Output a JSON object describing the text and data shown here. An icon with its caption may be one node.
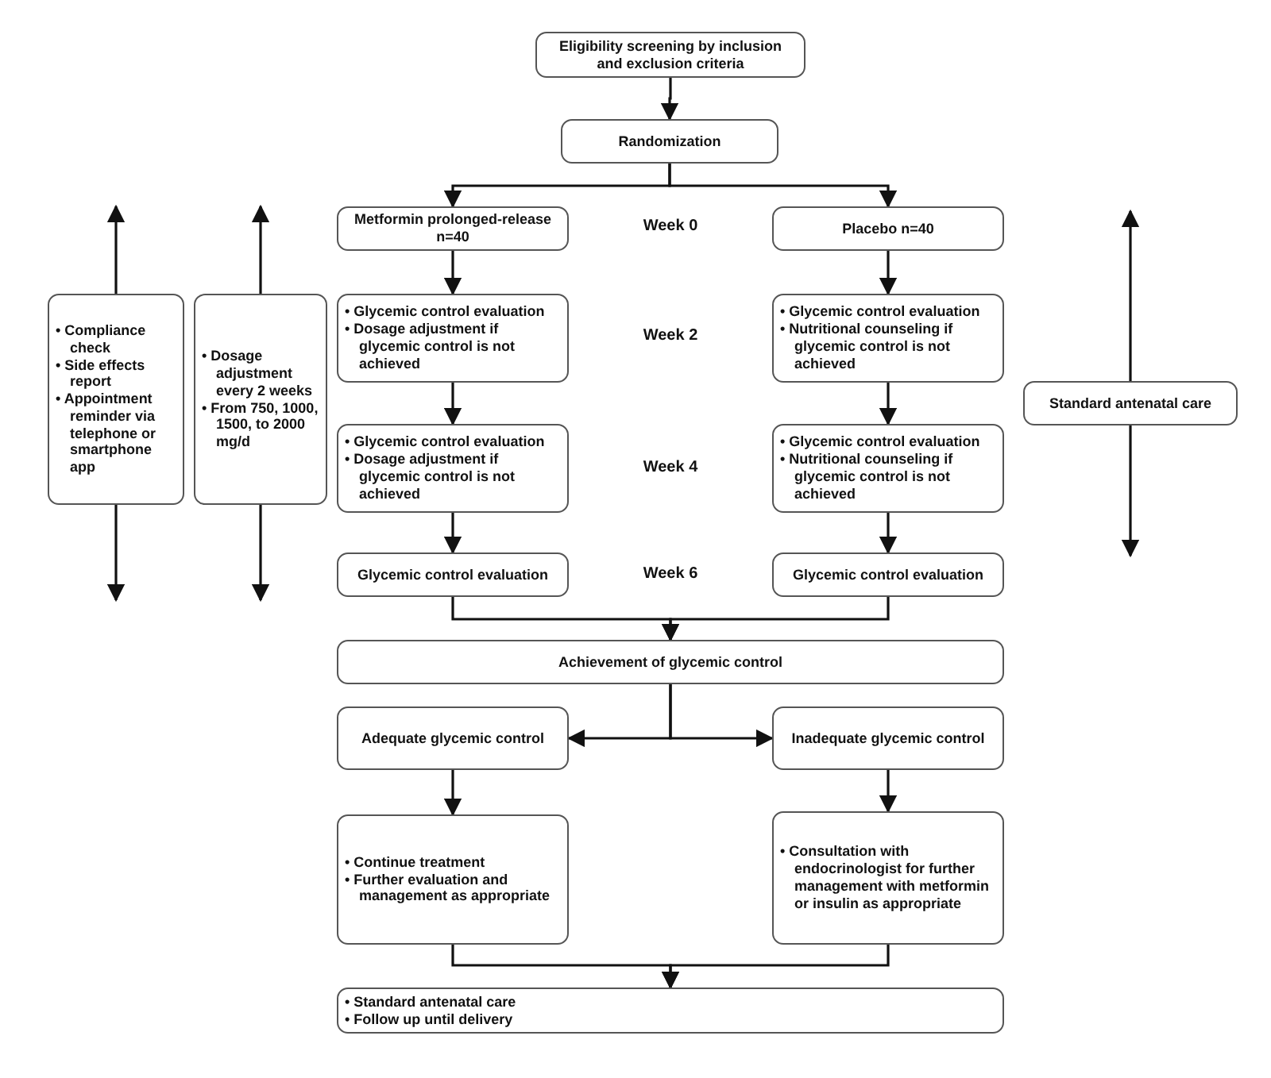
{
  "diagram": {
    "nodes": [
      {
        "text": [
          "Eligibility screening by inclusion and exclusion criteria"
        ]
      },
      {
        "text": [
          "Randomization"
        ]
      },
      {
        "text": [
          "Metformin prolonged-release n=40"
        ]
      },
      {
        "text": [
          "Placebo n=40"
        ]
      },
      {
        "text": [
          "• Glycemic control evaluation",
          "• Dosage adjustment if glycemic control is not achieved"
        ]
      },
      {
        "text": [
          "• Glycemic control evaluation",
          "• Nutritional counseling if glycemic control is not achieved"
        ]
      },
      {
        "text": [
          "• Glycemic control evaluation",
          "• Dosage adjustment if glycemic control is not achieved"
        ]
      },
      {
        "text": [
          "• Glycemic control evaluation",
          "• Nutritional counseling if glycemic control is not achieved"
        ]
      },
      {
        "text": [
          "Glycemic control evaluation"
        ]
      },
      {
        "text": [
          "Glycemic control evaluation"
        ]
      },
      {
        "text": [
          "Achievement of glycemic control"
        ]
      },
      {
        "text": [
          "Adequate glycemic control"
        ]
      },
      {
        "text": [
          "Inadequate glycemic control"
        ]
      },
      {
        "text": [
          "• Continue treatment",
          "• Further evaluation and management as appropriate"
        ]
      },
      {
        "text": [
          "• Consultation with endocrinologist for further management with metformin or insulin as appropriate"
        ]
      },
      {
        "text": [
          "• Standard antenatal care",
          "• Follow up until delivery"
        ]
      },
      {
        "text": [
          "• Compliance check",
          "• Side effects report",
          "• Appointment reminder via telephone or smartphone app"
        ]
      },
      {
        "text": [
          "• Dosage adjustment every 2 weeks",
          "• From 750, 1000, 1500, to 2000 mg/d"
        ]
      },
      {
        "text": [
          "Standard antenatal care"
        ]
      }
    ],
    "edges": [
      {
        "from": 0,
        "to": 1,
        "arrow": "to"
      },
      {
        "from": 1,
        "to": 2,
        "arrow": "to"
      },
      {
        "from": 1,
        "to": 3,
        "arrow": "to"
      },
      {
        "from": 2,
        "to": 4,
        "arrow": "to"
      },
      {
        "from": 4,
        "to": 6,
        "arrow": "to"
      },
      {
        "from": 6,
        "to": 8,
        "arrow": "to"
      },
      {
        "from": 3,
        "to": 5,
        "arrow": "to"
      },
      {
        "from": 5,
        "to": 7,
        "arrow": "to"
      },
      {
        "from": 7,
        "to": 9,
        "arrow": "to"
      },
      {
        "from": 8,
        "to": 10,
        "arrow": "to"
      },
      {
        "from": 9,
        "to": 10,
        "arrow": "to"
      },
      {
        "from": 10,
        "to": 11,
        "arrow": "to"
      },
      {
        "from": 10,
        "to": 12,
        "arrow": "to"
      },
      {
        "from": 11,
        "to": 13,
        "arrow": "to"
      },
      {
        "from": 12,
        "to": 14,
        "arrow": "to"
      },
      {
        "from": 13,
        "to": 15,
        "arrow": "to"
      },
      {
        "from": 14,
        "to": 15,
        "arrow": "to"
      },
      {
        "from": 16,
        "to": null,
        "arrow": "to"
      },
      {
        "from": 16,
        "to": null,
        "arrow": "to"
      },
      {
        "from": 17,
        "to": null,
        "arrow": "to"
      },
      {
        "from": 17,
        "to": null,
        "arrow": "to"
      },
      {
        "from": 18,
        "to": null,
        "arrow": "to"
      },
      {
        "from": 18,
        "to": null,
        "arrow": "to"
      }
    ],
    "labels": [
      "Week 0",
      "Week 2",
      "Week 4",
      "Week 6"
    ]
  }
}
